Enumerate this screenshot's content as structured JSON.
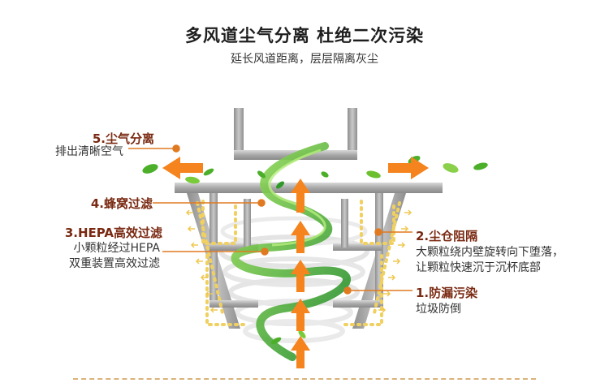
{
  "header": {
    "title": "多风道尘气分离 杜绝二次污染",
    "subtitle": "延长风道距离，层层隔离灰尘"
  },
  "labels": {
    "l5": {
      "head": "5.尘气分离",
      "desc": "排出清晰空气"
    },
    "l4": {
      "head": "4.蜂窝过滤"
    },
    "l3": {
      "head": "3.HEPA高效过滤",
      "desc1": "小颗粒经过HEPA",
      "desc2": "双重装置高效过滤"
    },
    "l2": {
      "head": "2.尘仓阻隔",
      "desc1": "大颗粒绕内壁旋转向下堕落，",
      "desc2": "让颗粒快速沉于沉杯底部"
    },
    "l1": {
      "head": "1.防漏污染",
      "desc": "垃圾防倒"
    }
  },
  "colors": {
    "arrow_orange": "#f5841f",
    "title_dark_red": "#7a2a12",
    "frame_gray": "#9a9a9a",
    "leaf_green": "#4caf2a",
    "dot_yellow": "#f0d060"
  },
  "icons": [
    "orange-arrow-icon",
    "leaf-icon",
    "cyclone-swirl-icon",
    "pointer-dot-icon"
  ]
}
